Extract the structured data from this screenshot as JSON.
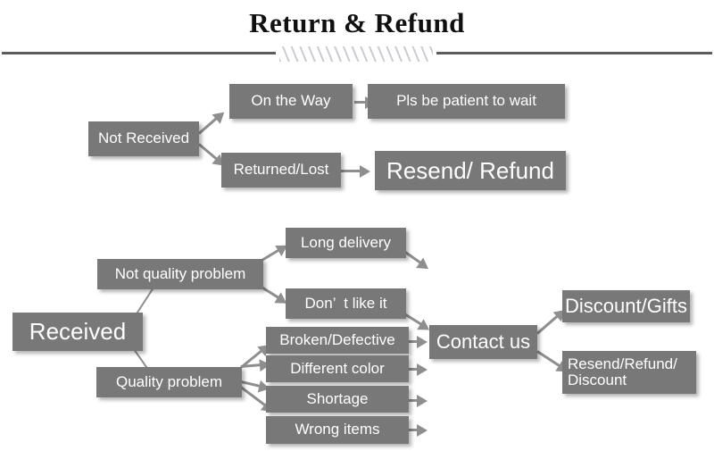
{
  "header": {
    "title": "Return & Refund",
    "divider_left": "horizontal-rule",
    "divider_hatch": "diagonal-hatch-ornament",
    "divider_right": "horizontal-rule"
  },
  "diagram": {
    "type": "flowchart",
    "node_fill": "#787878",
    "node_text_color": "#ffffff",
    "connector_color": "#8e8e8e",
    "branches": [
      {
        "id": "not-received",
        "root": "Not Received",
        "steps": [
          {
            "cause": "On the Way",
            "resolution": "Pls be patient to wait"
          },
          {
            "cause": "Returned/Lost",
            "resolution": "Resend/ Refund"
          }
        ]
      },
      {
        "id": "received",
        "root": "Received",
        "categories": [
          {
            "label": "Not quality problem",
            "issues": [
              "Long delivery",
              "Don’  t like it"
            ]
          },
          {
            "label": "Quality problem",
            "issues": [
              "Broken/Defective",
              "Different color",
              "Shortage",
              "Wrong items"
            ]
          }
        ],
        "hub": "Contact us",
        "outcomes": [
          "Discount/Gifts",
          "Resend/Refund/\nDiscount"
        ]
      }
    ]
  },
  "nodes": {
    "not_received": "Not Received",
    "on_the_way": "On the Way",
    "pls_wait": "Pls be patient to wait",
    "returned_lost": "Returned/Lost",
    "resend_refund": "Resend/ Refund",
    "received": "Received",
    "not_quality_problem": "Not quality problem",
    "long_delivery": "Long delivery",
    "dont_like_it": "Don’  t like it",
    "quality_problem": "Quality problem",
    "broken_defective": "Broken/Defective",
    "different_color": "Different color",
    "shortage": "Shortage",
    "wrong_items": "Wrong items",
    "contact_us": "Contact us",
    "discount_gifts": "Discount/Gifts",
    "resend_refund_discount": "Resend/Refund/\nDiscount"
  }
}
